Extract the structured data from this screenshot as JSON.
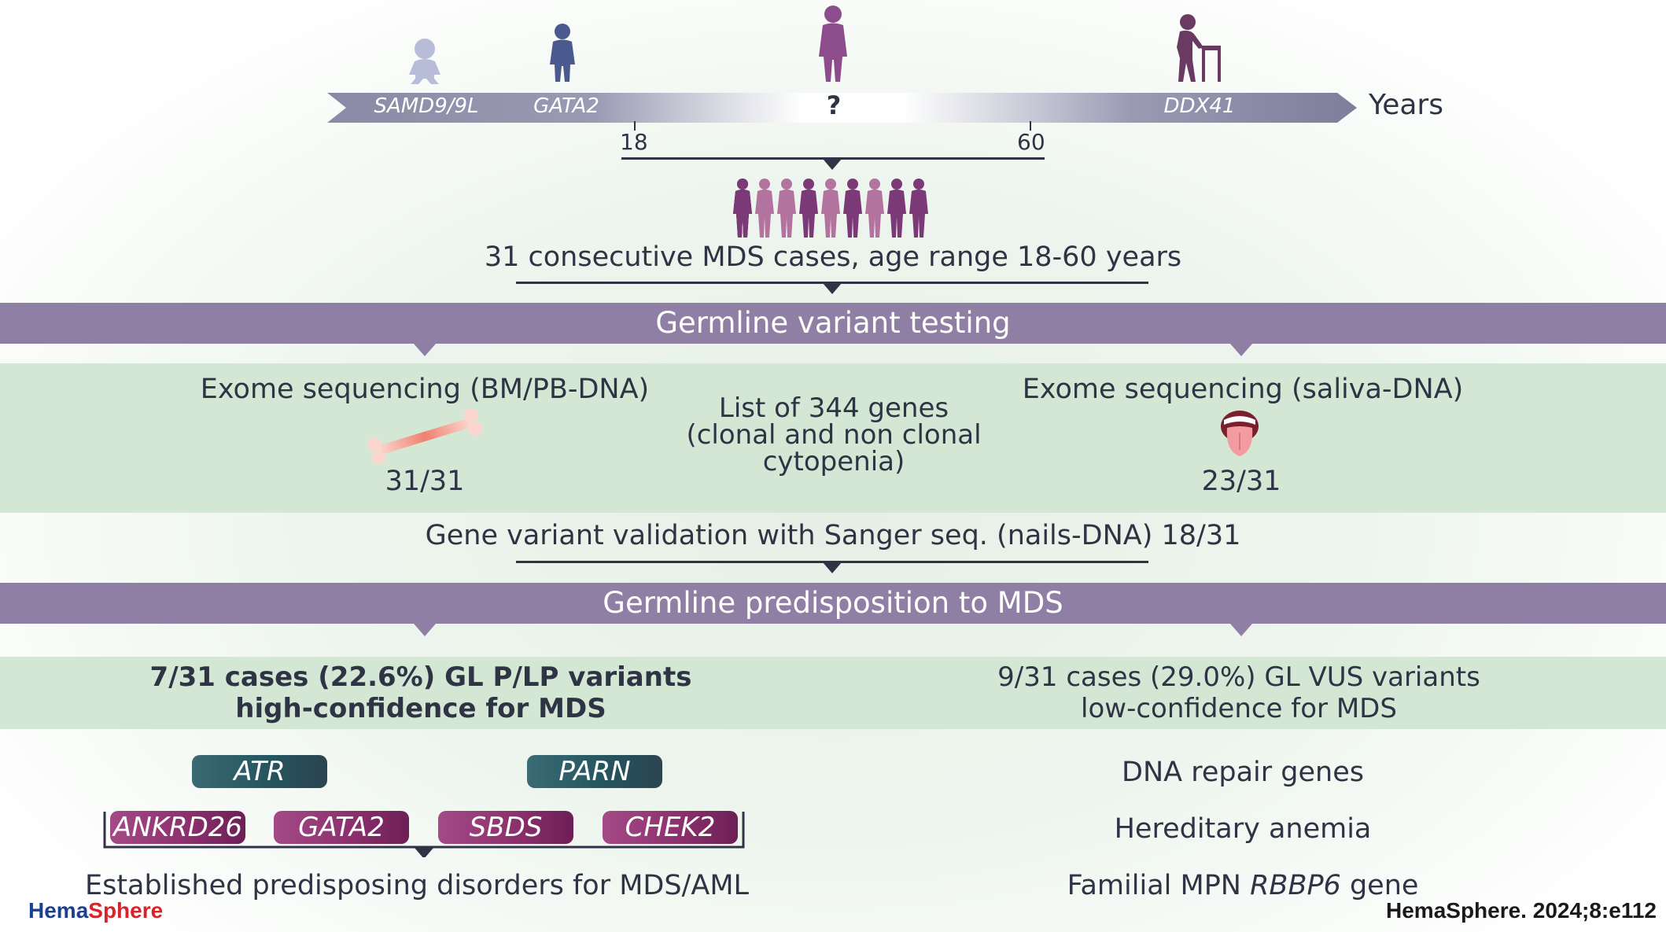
{
  "timeline": {
    "gene_left_1": "SAMD9/9L",
    "gene_left_2": "GATA2",
    "gene_right": "DDX41",
    "question": "?",
    "axis_label": "Years",
    "tick_18": "18",
    "tick_60": "60"
  },
  "cohort": {
    "text": "31 consecutive MDS cases, age range 18-60 years"
  },
  "testing": {
    "band_title": "Germline variant testing",
    "left_title": "Exome sequencing (BM/PB-DNA)",
    "left_count": "31/31",
    "center_text_1": "List of 344 genes",
    "center_text_2": "(clonal and non clonal",
    "center_text_3": "cytopenia)",
    "right_title": "Exome sequencing (saliva-DNA)",
    "right_count": "23/31",
    "validation": "Gene variant validation with Sanger seq. (nails-DNA) 18/31"
  },
  "predisposition": {
    "band_title": "Germline predisposition to MDS",
    "left_line1": "7/31 cases (22.6%) GL P/LP variants",
    "left_line2": "high-confidence for MDS",
    "right_line1": "9/31 cases (29.0%) GL VUS variants",
    "right_line2": "low-confidence for MDS"
  },
  "genes": {
    "teal": [
      "ATR",
      "PARN"
    ],
    "magenta": [
      "ANKRD26",
      "GATA2",
      "SBDS",
      "CHEK2"
    ],
    "bracket_label": "Established predisposing disorders for MDS/AML"
  },
  "categories": {
    "dna_repair": "DNA repair genes",
    "anemia": "Hereditary anemia",
    "mpn_prefix": "Familial MPN ",
    "mpn_gene": "RBBP6",
    "mpn_suffix": " gene"
  },
  "footer": {
    "logo_part1": "Hema",
    "logo_part2": "Sphere",
    "citation": "HemaSphere. 2024;8:e112"
  },
  "colors": {
    "band": "#8f7fa5",
    "green_panel": "#d4e7d4",
    "teal_pill": "#2c5560",
    "magenta_pill": "#8a2f6c",
    "text": "#2f3445"
  }
}
